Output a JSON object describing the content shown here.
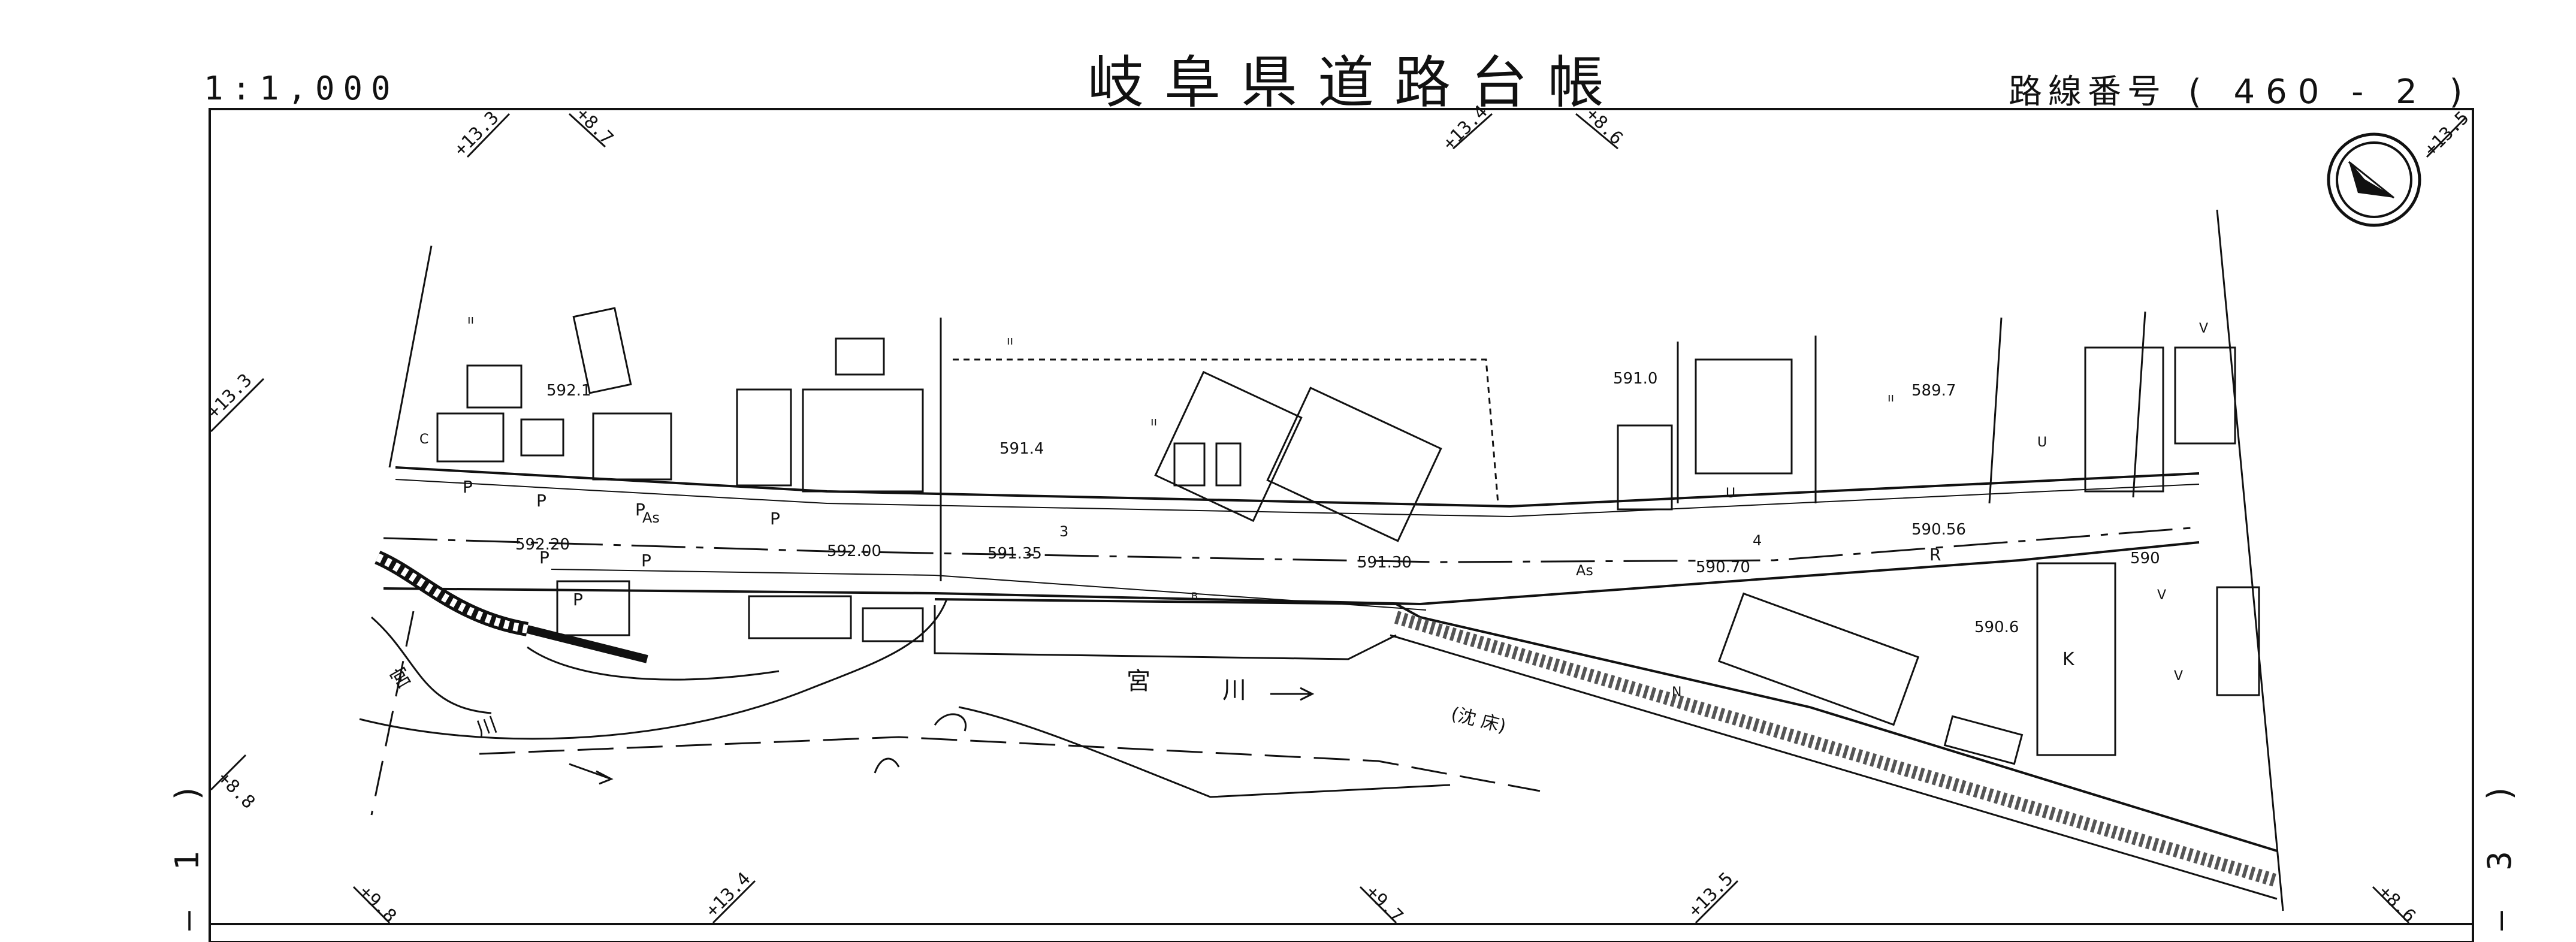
{
  "header": {
    "title": "岐阜県道路台帳",
    "scale": "1:1,000",
    "route_label": "路線番号",
    "route_number": "( 460 -  2  )"
  },
  "side_labels": {
    "left_top": ")",
    "left_mid": "1",
    "left_bottom": "—",
    "right_top": ")",
    "right_mid": "3",
    "right_bottom": "—"
  },
  "compass": {
    "icon": "north-arrow-icon"
  },
  "grid_ticks": {
    "top": [
      "+13.3",
      "+8.7",
      "+13.4",
      "+8.6",
      "+13.5"
    ],
    "left": [
      "+13.3",
      "+8.8"
    ],
    "bottom": [
      "+9.8",
      "+13.4",
      "+9.7",
      "+13.5",
      "+8.6"
    ]
  },
  "elevations": [
    "592.1",
    "591.4",
    "591.0",
    "589.7",
    "592.20",
    "592.00",
    "591.35",
    "591.30",
    "590.70",
    "590.56",
    "590.6",
    "590"
  ],
  "map_labels": {
    "river_name_1": "宮",
    "river_name_2": "川",
    "riverbed_label": "(沈 床)",
    "pavement_1": "As",
    "pavement_2": "As",
    "building_k": "K",
    "station_3": "3",
    "station_4": "4",
    "river_left_1": "宮",
    "river_left_2": "川",
    "parking": [
      "P",
      "P",
      "P",
      "P",
      "P",
      "P",
      "P"
    ],
    "road_r": "R",
    "mark_n": "N",
    "mark_b": "B",
    "field_ii": [
      "ıı",
      "ıı",
      "ıı",
      "ıı"
    ],
    "small_marks": [
      "C",
      "U",
      "U",
      "V",
      "V",
      "V"
    ]
  }
}
